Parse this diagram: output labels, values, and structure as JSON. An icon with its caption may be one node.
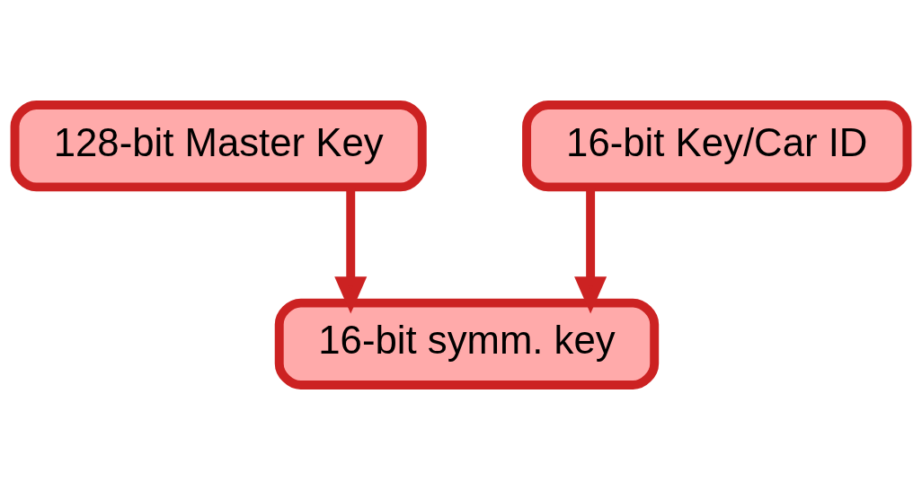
{
  "diagram": {
    "nodes": [
      {
        "text": [
          "128-bit Master Key"
        ]
      },
      {
        "text": [
          "16-bit Key/Car ID"
        ]
      },
      {
        "text": [
          "16-bit symm. key"
        ]
      }
    ],
    "edges": [
      {
        "from": 0,
        "to": 2,
        "arrow": "to"
      },
      {
        "from": 1,
        "to": 2,
        "arrow": "to"
      }
    ]
  }
}
